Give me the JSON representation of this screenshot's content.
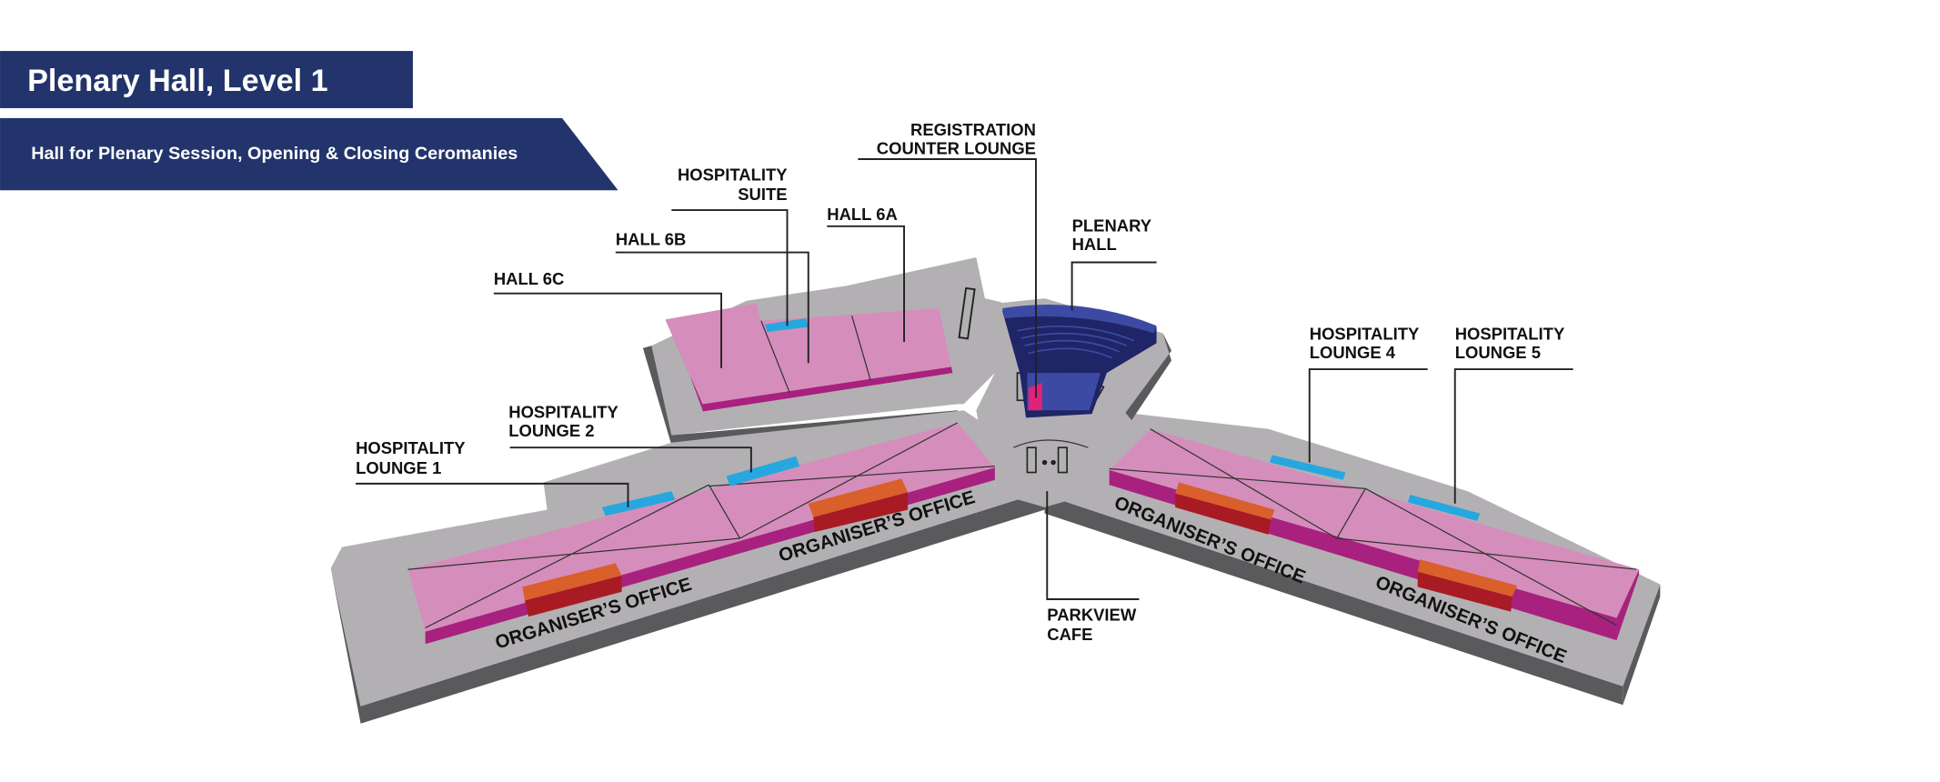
{
  "header": {
    "title": "Plenary Hall, Level 1",
    "subtitle": "Hall for Plenary Session, Opening & Closing Ceromanies"
  },
  "colors": {
    "banner": "#22346b",
    "floor": "#b3b0b3",
    "floor_side": "#5a5a5c",
    "room": "#d58ebb",
    "room_edge": "#a8217f",
    "lounge": "#27a7df",
    "office_top": "#d95f2b",
    "office_front": "#a81b24",
    "plenary": "#3d4aa3",
    "plenary_dark": "#1f2566"
  },
  "labels": {
    "registration": [
      "REGISTRATION",
      "COUNTER LOUNGE"
    ],
    "hospitality_suite": [
      "HOSPITALITY",
      "SUITE"
    ],
    "hall_6a": "HALL 6A",
    "hall_6b": "HALL 6B",
    "hall_6c": "HALL 6C",
    "plenary_hall": [
      "PLENARY",
      "HALL"
    ],
    "hospitality_lounge_4": [
      "HOSPITALITY",
      "LOUNGE 4"
    ],
    "hospitality_lounge_5": [
      "HOSPITALITY",
      "LOUNGE 5"
    ],
    "hospitality_lounge_2": [
      "HOSPITALITY",
      "LOUNGE 2"
    ],
    "hospitality_lounge_1": [
      "HOSPITALITY",
      "LOUNGE 1"
    ],
    "parkview_cafe": [
      "PARKVIEW",
      "CAFE"
    ],
    "organisers_office": "ORGANISER’S OFFICE"
  }
}
